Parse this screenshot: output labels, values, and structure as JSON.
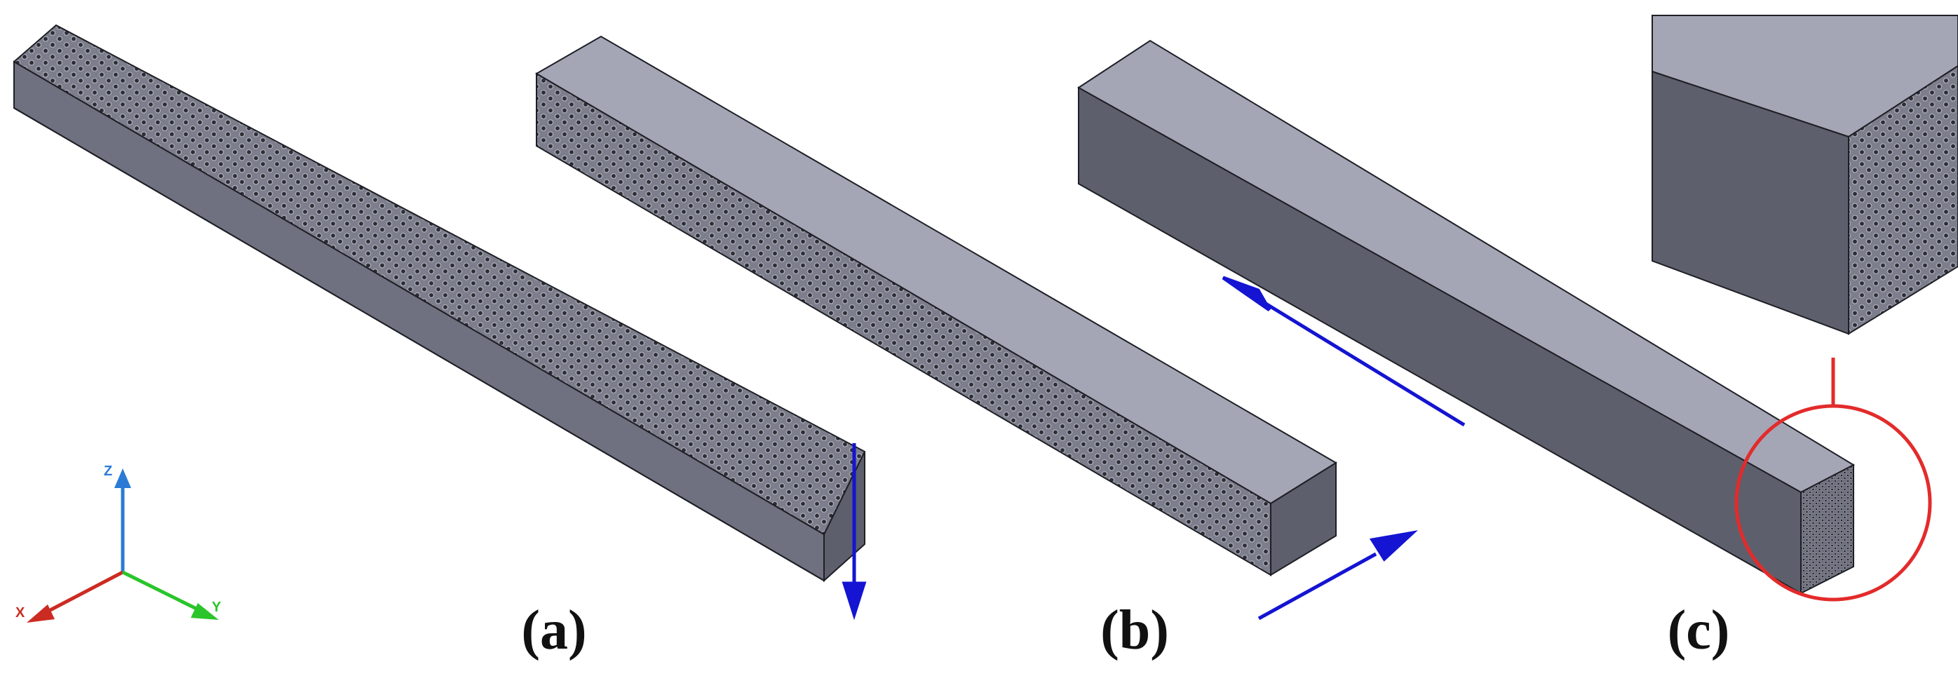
{
  "panels": [
    {
      "id": "a",
      "label": "(a)",
      "hole_face": "top"
    },
    {
      "id": "b",
      "label": "(b)",
      "hole_face": "front"
    },
    {
      "id": "c",
      "label": "(c)",
      "hole_face": "end"
    }
  ],
  "axes": {
    "x_label": "X",
    "y_label": "Y",
    "z_label": "Z",
    "x_color": "#cc2b22",
    "y_color": "#2ac52a",
    "z_color": "#2b7bd6"
  },
  "colors": {
    "top_face": "#a4a6b6",
    "side_face": "#5d5f6c",
    "front_face": "#6f7180",
    "end_face": "#7b7d8b",
    "hole_fill": "#2c2d35",
    "hole_stroke": "#9b9daa",
    "edge": "#1e1f25",
    "arrow": "#1414d2",
    "highlight": "#e32b2b"
  }
}
